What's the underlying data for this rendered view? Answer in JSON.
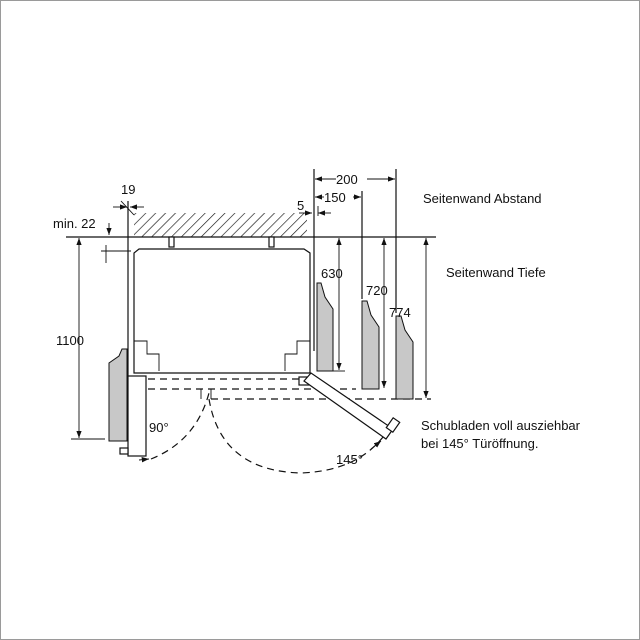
{
  "dimensions": {
    "gap_left": "19",
    "min_top": "min. 22",
    "depth_total": "1100",
    "gap_right": "5",
    "side_150": "150",
    "side_200": "200",
    "depth_630": "630",
    "depth_720": "720",
    "depth_774": "774",
    "angle_90": "90°",
    "angle_145": "145°"
  },
  "labels": {
    "side_wall_distance": "Seitenwand Abstand",
    "side_wall_depth": "Seitenwand Tiefe",
    "note_line1": "Schubladen voll ausziehbar",
    "note_line2": "bei 145° Türöffnung."
  },
  "colors": {
    "panel_fill": "#c8c8c8",
    "line": "#111111"
  }
}
